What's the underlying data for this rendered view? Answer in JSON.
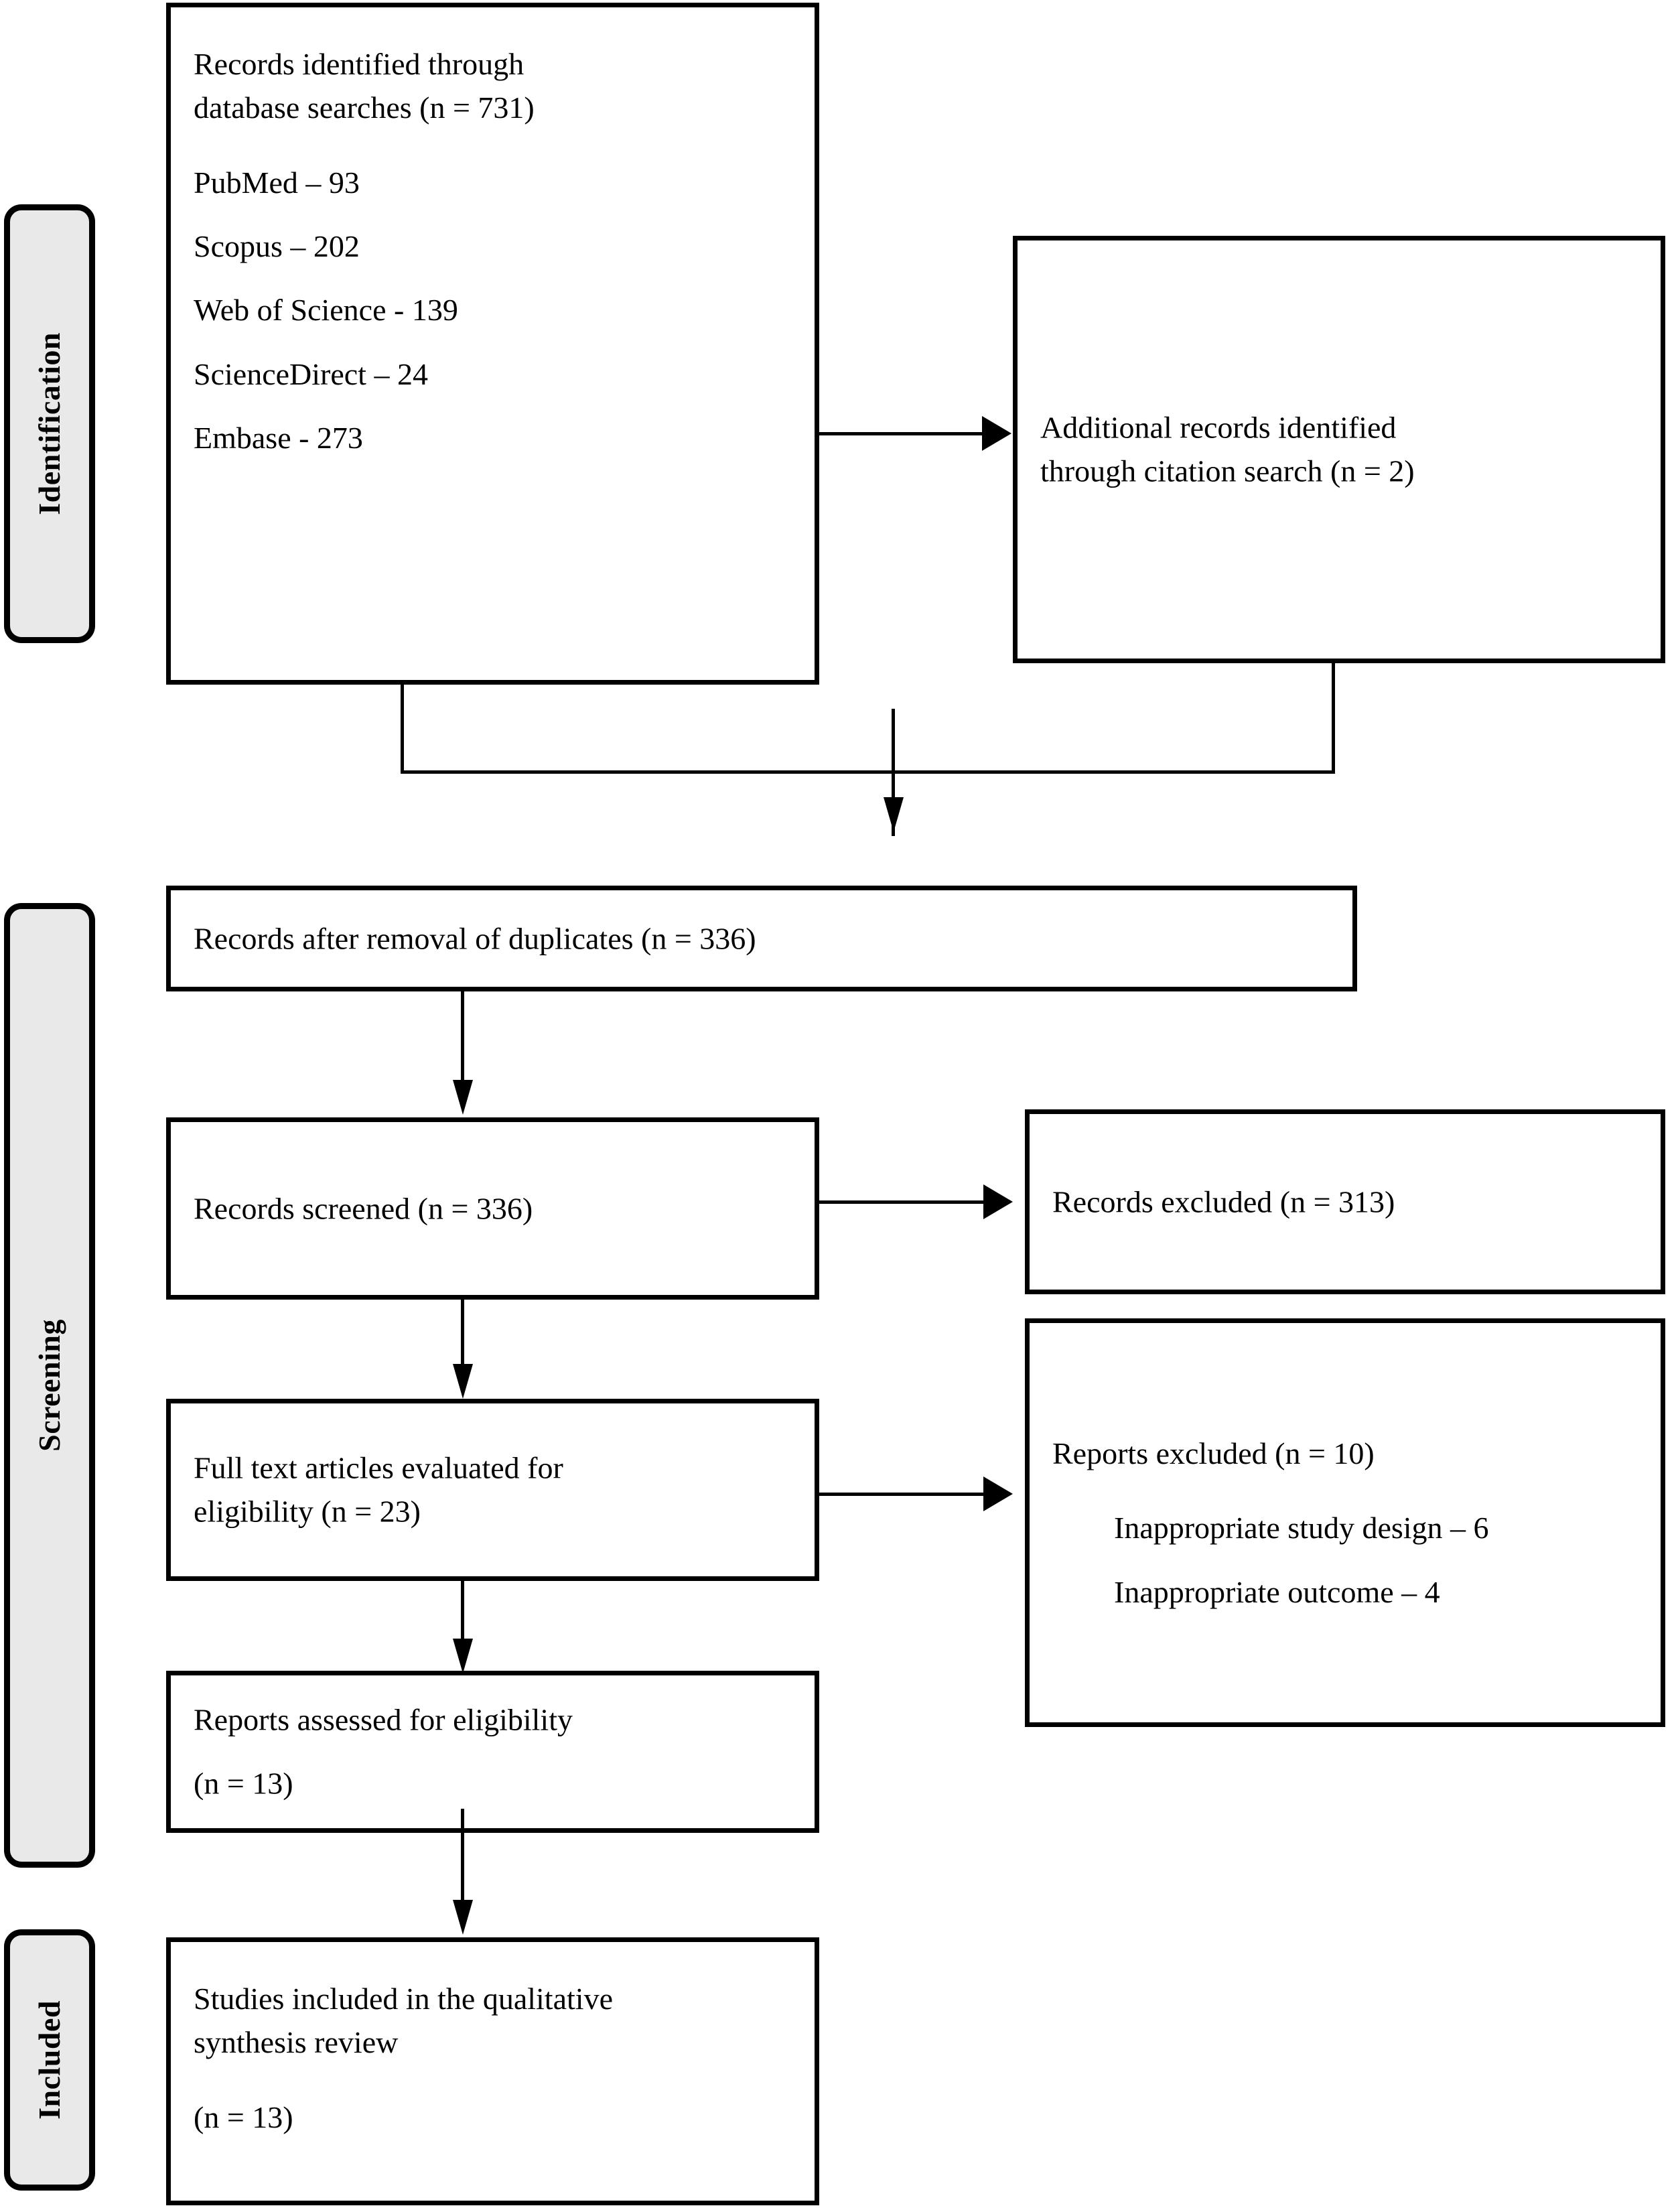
{
  "diagram": {
    "type": "prisma-flow-diagram",
    "stage_labels": [
      {
        "id": "identification",
        "text": "Identification"
      },
      {
        "id": "screening",
        "text": "Screening"
      },
      {
        "id": "included",
        "text": "Included"
      }
    ],
    "boxes": {
      "records_identified": {
        "title_line_1": "Records identified through",
        "title_line_2": "database searches (n = 731)",
        "sources": [
          "PubMed – 93",
          "Scopus – 202",
          "Web of Science - 139",
          "ScienceDirect – 24",
          "Embase - 273"
        ]
      },
      "additional_records": {
        "line_1": "Additional records identified",
        "line_2": "through citation search (n = 2)"
      },
      "after_duplicates": {
        "line_1": "Records after removal of duplicates (n = 336)"
      },
      "records_screened": {
        "line_1": "Records screened (n = 336)"
      },
      "records_excluded": {
        "line_1": "Records excluded (n = 313)"
      },
      "full_text_evaluated": {
        "line_1": "Full text articles evaluated for",
        "line_2": "eligibility (n = 23)"
      },
      "reports_excluded": {
        "line_1": "Reports excluded (n = 10)",
        "reasons": [
          "Inappropriate study design – 6",
          "Inappropriate outcome – 4"
        ]
      },
      "reports_assessed": {
        "line_1": "Reports assessed for eligibility",
        "line_2": "(n = 13)"
      },
      "studies_included": {
        "line_1": "Studies included in the qualitative",
        "line_2": "synthesis review",
        "line_3": "(n = 13)"
      }
    },
    "counts": {
      "database_searches_total": 731,
      "pubmed": 93,
      "scopus": 202,
      "web_of_science": 139,
      "sciencedirect": 24,
      "embase": 273,
      "citation_search": 2,
      "after_duplicates": 336,
      "records_screened": 336,
      "records_excluded": 313,
      "full_text_evaluated": 23,
      "reports_excluded": 10,
      "reason_inappropriate_study_design": 6,
      "reason_inappropriate_outcome": 4,
      "reports_assessed": 13,
      "studies_included": 13
    },
    "colors": {
      "stroke": "#000000",
      "box_fill": "#ffffff",
      "stage_bar_fill": "#e9e9e9",
      "page_background": "#ffffff"
    }
  }
}
